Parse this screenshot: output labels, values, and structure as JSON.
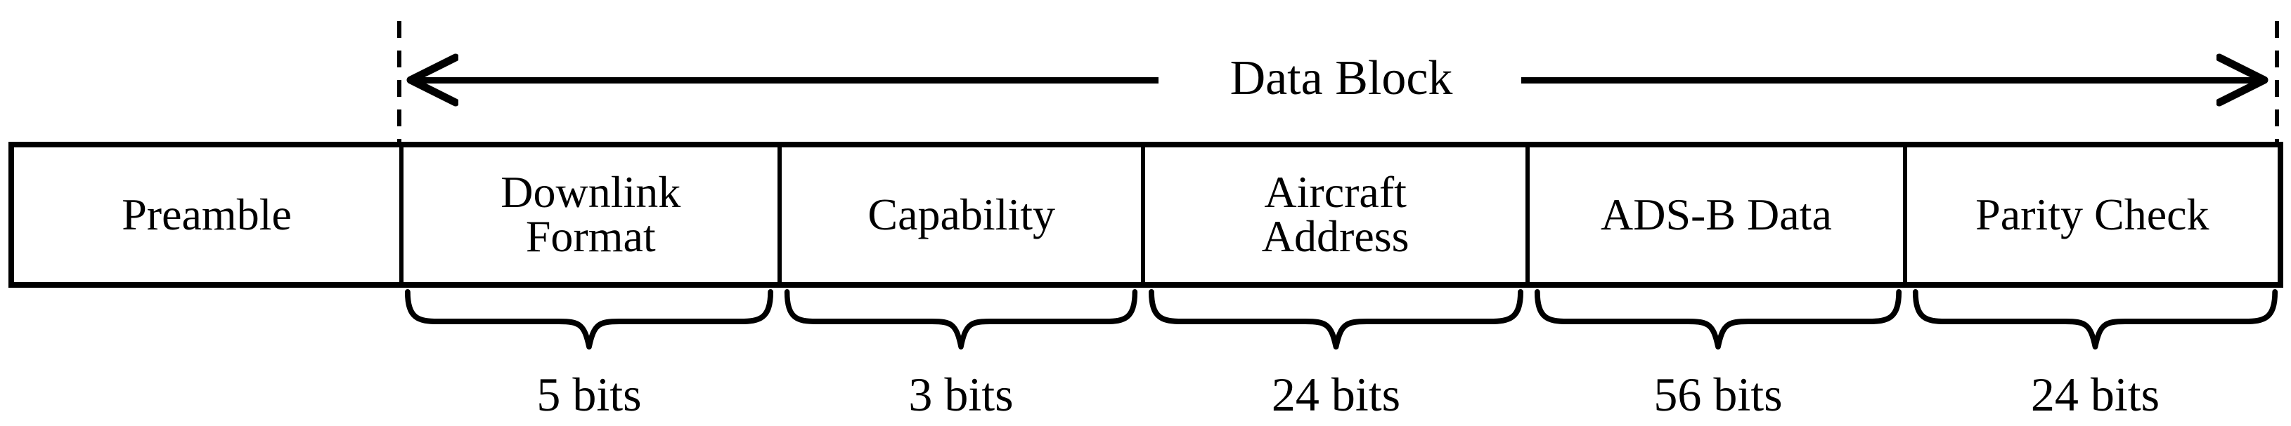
{
  "figure": {
    "data_block_label": "Data Block",
    "fields": [
      {
        "label": "Preamble",
        "bits": ""
      },
      {
        "label": "Downlink\nFormat",
        "bits": "5 bits"
      },
      {
        "label": "Capability",
        "bits": "3 bits"
      },
      {
        "label": "Aircraft\nAddress",
        "bits": "24 bits"
      },
      {
        "label": "ADS-B Data",
        "bits": "56 bits"
      },
      {
        "label": "Parity Check",
        "bits": "24 bits"
      }
    ],
    "colors": {
      "ink": "#000000",
      "background": "#ffffff"
    }
  }
}
